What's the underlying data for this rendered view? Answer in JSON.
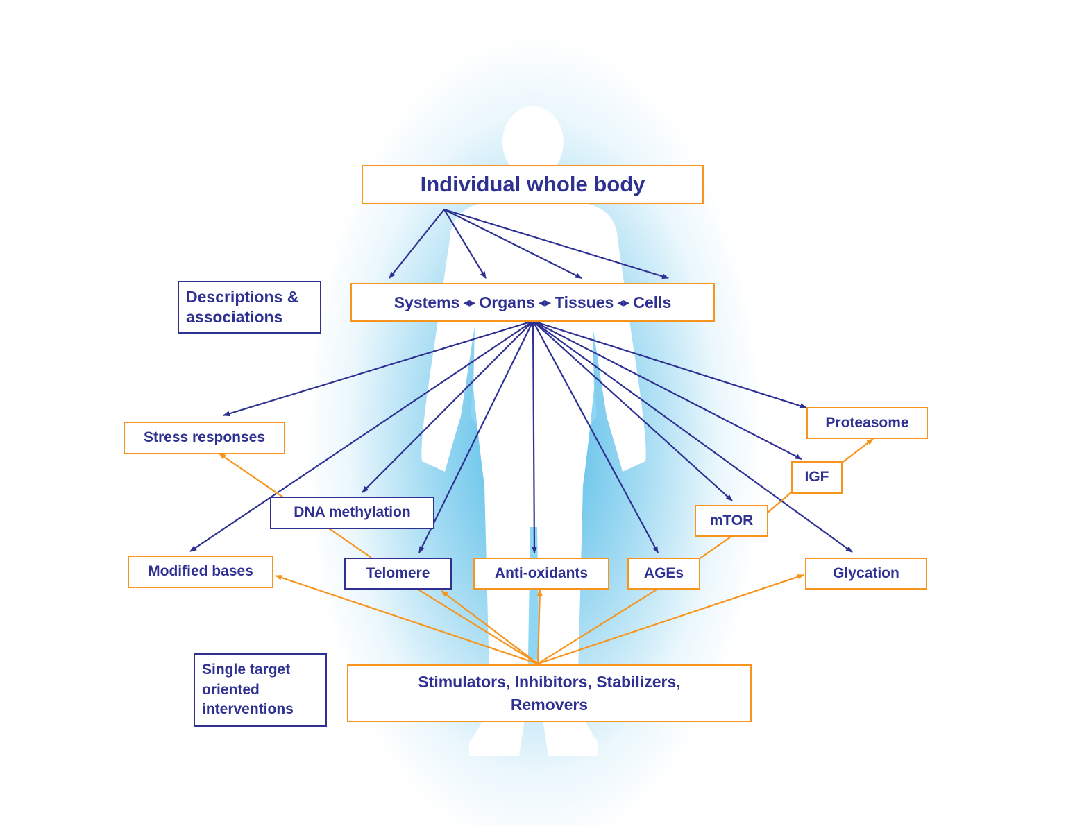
{
  "colors": {
    "navy": "#2e3192",
    "orange": "#f7941d",
    "glow": "#29abe2",
    "limb": "#8fd6f5"
  },
  "nodes": {
    "whole_body": "Individual whole body",
    "levels": [
      "Systems",
      "Organs",
      "Tissues",
      "Cells"
    ],
    "level_separator_icon": "double-arrow-icon",
    "desc_assoc": "Descriptions & associations",
    "stress": "Stress responses",
    "proteasome": "Proteasome",
    "igf": "IGF",
    "dna_methylation": "DNA methylation",
    "mtor": "mTOR",
    "modified_bases": "Modified bases",
    "telomere": "Telomere",
    "antioxidants": "Anti-oxidants",
    "ages": "AGEs",
    "glycation": "Glycation",
    "single_target": "Single target oriented interventions",
    "interventions": "Stimulators, Inhibitors, Stabilizers, Removers"
  }
}
